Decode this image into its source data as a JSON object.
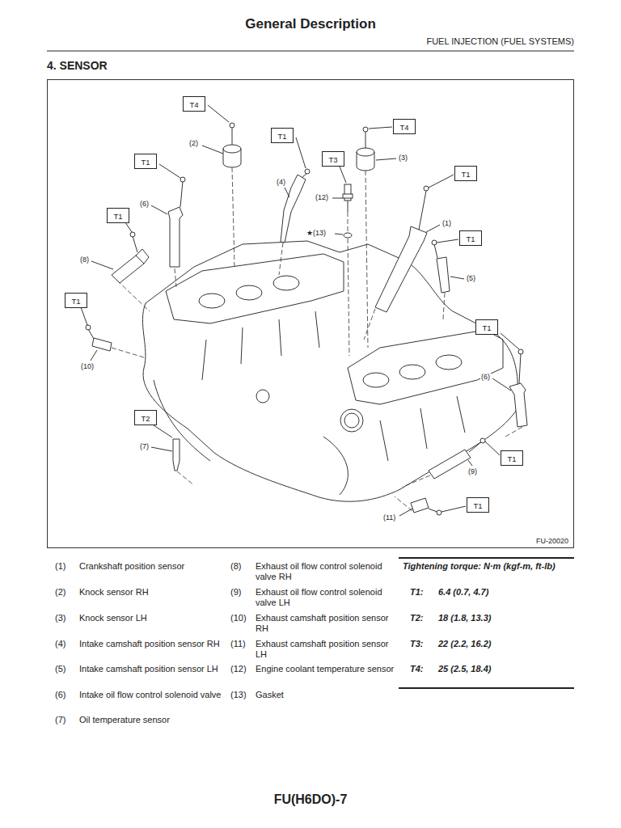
{
  "diagram": {
    "title": "General Description",
    "nodes": [
      {
        "text": [
          "FU-20020"
        ]
      },
      {
        "text": [
          "T4"
        ],
        "in": 0
      },
      {
        "text": [
          "T4"
        ],
        "in": 0
      },
      {
        "text": [
          "T1"
        ],
        "in": 0
      },
      {
        "text": [
          "T3"
        ],
        "in": 0
      },
      {
        "text": [
          "T1"
        ],
        "in": 0
      },
      {
        "text": [
          "T1"
        ],
        "in": 0
      },
      {
        "text": [
          "T1"
        ],
        "in": 0
      },
      {
        "text": [
          "T1"
        ],
        "in": 0
      },
      {
        "text": [
          "T1"
        ],
        "in": 0
      },
      {
        "text": [
          "T1"
        ],
        "in": 0
      },
      {
        "text": [
          "T2"
        ],
        "in": 0
      },
      {
        "text": [
          "T1"
        ],
        "in": 0
      },
      {
        "text": [
          "T1"
        ],
        "in": 0
      }
    ],
    "labels": [
      "FUEL INJECTION (FUEL SYSTEMS)",
      "4. SENSOR",
      "(2)",
      "(4)",
      "(3)",
      "(12)",
      "★(13)",
      "(6)",
      "(1)",
      "(8)",
      "(5)",
      "(10)",
      "(6)",
      "(7)",
      "(9)",
      "(11)",
      "(1)",
      "Crankshaft position sensor",
      "(2)",
      "Knock sensor RH",
      "(3)",
      "Knock sensor LH",
      "(4)",
      "Intake camshaft position sensor RH",
      "(5)",
      "Intake camshaft position sensor LH",
      "(6)",
      "Intake oil flow control solenoid valve",
      "(7)",
      "Oil temperature sensor",
      "(8)",
      "Exhaust oil flow control solenoid valve RH",
      "(9)",
      "Exhaust oil flow control solenoid valve LH",
      "(10)",
      "Exhaust camshaft position sensor RH",
      "(11)",
      "Exhaust camshaft position sensor LH",
      "(12)",
      "Engine coolant temperature sensor",
      "(13)",
      "Gasket",
      "Tightening torque: N·m (kgf-m, ft-lb)",
      "T1:",
      "6.4 (0.7, 4.7)",
      "T2:",
      "18 (1.8, 13.3)",
      "T3:",
      "22 (2.2, 16.2)",
      "T4:",
      "25 (2.5, 18.4)",
      "FU(H6DO)-7"
    ]
  }
}
